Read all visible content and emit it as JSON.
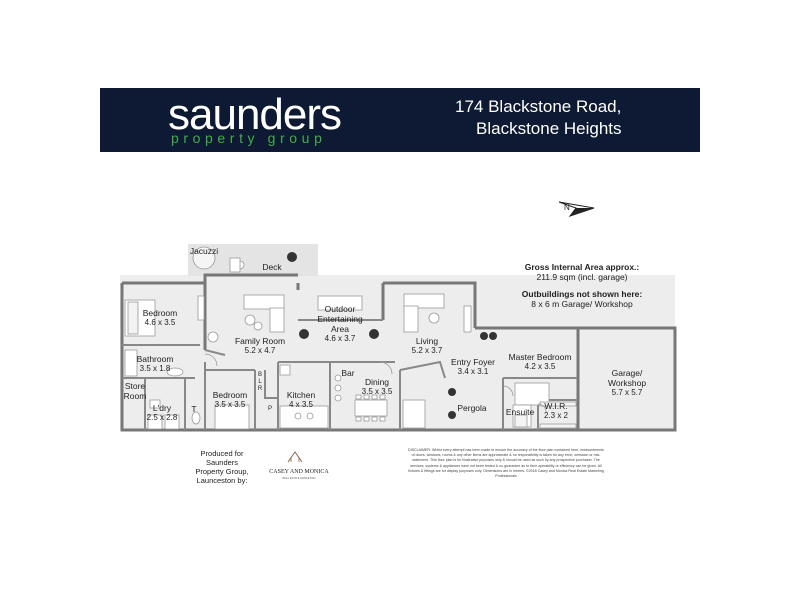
{
  "header": {
    "logo_main": "saunders",
    "logo_sub": "property group",
    "address_line1": "174 Blackstone Road,",
    "address_line2": "Blackstone Heights"
  },
  "compass": {
    "label": "N"
  },
  "rooms": {
    "jacuzzi": {
      "name": "Jacuzzi"
    },
    "deck": {
      "name": "Deck"
    },
    "bedroom_left": {
      "name": "Bedroom",
      "dims": "4.6 x 3.5"
    },
    "family_room": {
      "name": "Family Room",
      "dims": "5.2 x 4.7"
    },
    "outdoor": {
      "name": "Outdoor Entertaining Area",
      "line1": "Outdoor",
      "line2": "Entertaining",
      "line3": "Area",
      "dims": "4.6 x 3.7"
    },
    "living": {
      "name": "Living",
      "dims": "5.2 x 3.7"
    },
    "bathroom": {
      "name": "Bathroom",
      "dims": "3.5 x 1.8"
    },
    "store_room": {
      "line1": "Store",
      "line2": "Room"
    },
    "laundry": {
      "name": "L'dry",
      "dims": "2.5 x 2.8"
    },
    "toilet": {
      "name": "T"
    },
    "bedroom_mid": {
      "name": "Bedroom",
      "dims": "3.5 x 3.5"
    },
    "linen": {
      "line1": "B",
      "line2": "L",
      "line3": "R"
    },
    "pantry": {
      "name": "P"
    },
    "kitchen": {
      "name": "Kitchen",
      "dims": "4 x 3.5"
    },
    "bar": {
      "name": "Bar"
    },
    "dining": {
      "name": "Dining",
      "dims": "3.5 x 3.5"
    },
    "entry": {
      "name": "Entry Foyer",
      "dims": "3.4 x 3.1"
    },
    "pergola": {
      "name": "Pergola"
    },
    "master": {
      "name": "Master Bedroom",
      "dims": "4.2 x 3.5"
    },
    "ensuite": {
      "name": "Ensuite"
    },
    "wir": {
      "name": "W.I.R.",
      "dims": "2.3 x 2"
    },
    "garage": {
      "line1": "Garage/",
      "line2": "Workshop",
      "dims": "5.7 x 5.7"
    }
  },
  "info": {
    "gia_title": "Gross Internal Area approx.:",
    "gia_value": "211.9 sqm (incl. garage)",
    "out_title": "Outbuildings not shown here:",
    "out_value": "8 x 6 m Garage/ Workshop"
  },
  "producer": {
    "line1": "Produced for",
    "line2": "Saunders",
    "line3": "Property Group,",
    "line4": "Launceston by:",
    "logo_text": "CASEY AND MONICA",
    "logo_sub": "REAL ESTATE MARKETING"
  },
  "disclaimer": "DISCLAIMER: Whilst every attempt has been made to ensure the accuracy of the floor plan contained here, measurements of doors, windows, rooms & any other items are approximate & no responsibility is taken for any error, omission or mis-statement. This floor plan is for illustrative purposes only & should be used as such by any prospective purchaser. The services, systems & appliances have not been tested & no guarantee as to their operability or efficiency can be given. All fixtures & fittings are for display purposes only. Dimensions are in metres. ©2018 Casey and Monica Real Estate Marketing Professionals",
  "colors": {
    "banner": "#0e1a33",
    "logo_green": "#3fae49",
    "floor_fill": "#e9e9e9",
    "wall": "#777777"
  }
}
